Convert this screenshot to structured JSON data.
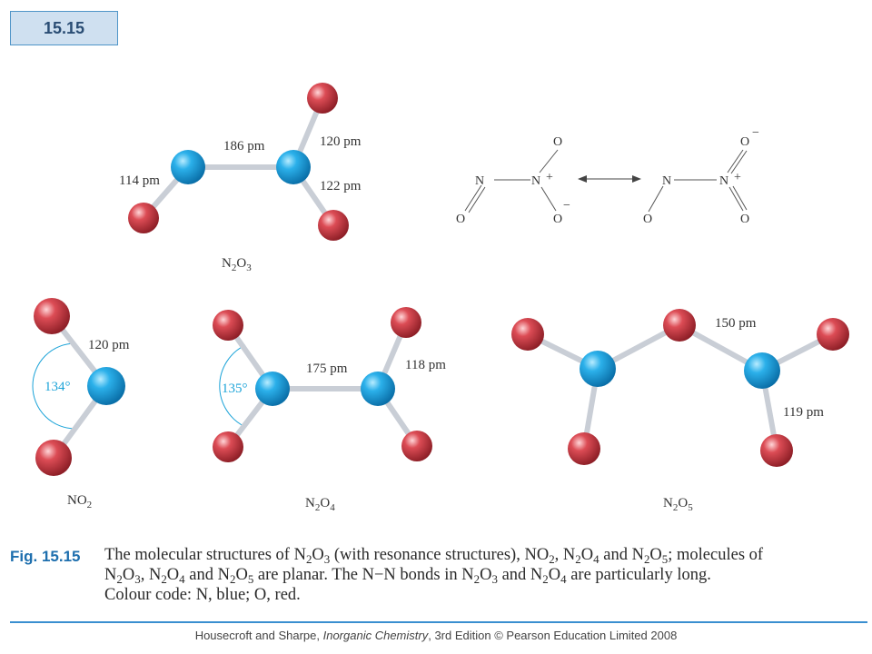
{
  "badge": "15.15",
  "molecules": {
    "n2o3": {
      "name": "N2O3",
      "name_parts": [
        "N",
        "2",
        "O",
        "3"
      ],
      "labels": [
        "114 pm",
        "186 pm",
        "120 pm",
        "122 pm"
      ]
    },
    "no2": {
      "name": "NO2",
      "name_parts": [
        "NO",
        "2"
      ],
      "labels": [
        "120 pm"
      ],
      "angle": "134°"
    },
    "n2o4": {
      "name": "N2O4",
      "name_parts": [
        "N",
        "2",
        "O",
        "4"
      ],
      "labels": [
        "175 pm",
        "118 pm"
      ],
      "angle": "135°"
    },
    "n2o5": {
      "name": "N2O5",
      "name_parts": [
        "N",
        "2",
        "O",
        "5"
      ],
      "labels": [
        "150 pm",
        "119 pm"
      ]
    }
  },
  "resonance": {
    "left": {
      "atoms": [
        "O",
        "N",
        "N",
        "O",
        "O"
      ],
      "charges": [
        "+",
        "−"
      ]
    },
    "right": {
      "atoms": [
        "O",
        "N",
        "N",
        "O",
        "O"
      ],
      "charges": [
        "+",
        "−"
      ]
    }
  },
  "caption": {
    "lead": "Fig. 15.15",
    "lines": [
      "The molecular structures of N2O3 (with resonance structures), NO2, N2O4 and N2O5; molecules of",
      "N2O3, N2O4 and N2O5 are planar. The N−N bonds in N2O3 and N2O4 are particularly long.",
      "Colour code: N, blue; O, red."
    ]
  },
  "footer": {
    "prefix": "Housecroft and Sharpe, ",
    "title": "Inorganic Chemistry",
    "suffix": ", 3rd Edition © Pearson Education Limited 2008"
  },
  "colors": {
    "nitrogen": "#1a9fdc",
    "oxygen": "#d0454e",
    "bond": "#c9ced6",
    "accent": "#1e6fae",
    "angle": "#1ba3d8"
  }
}
